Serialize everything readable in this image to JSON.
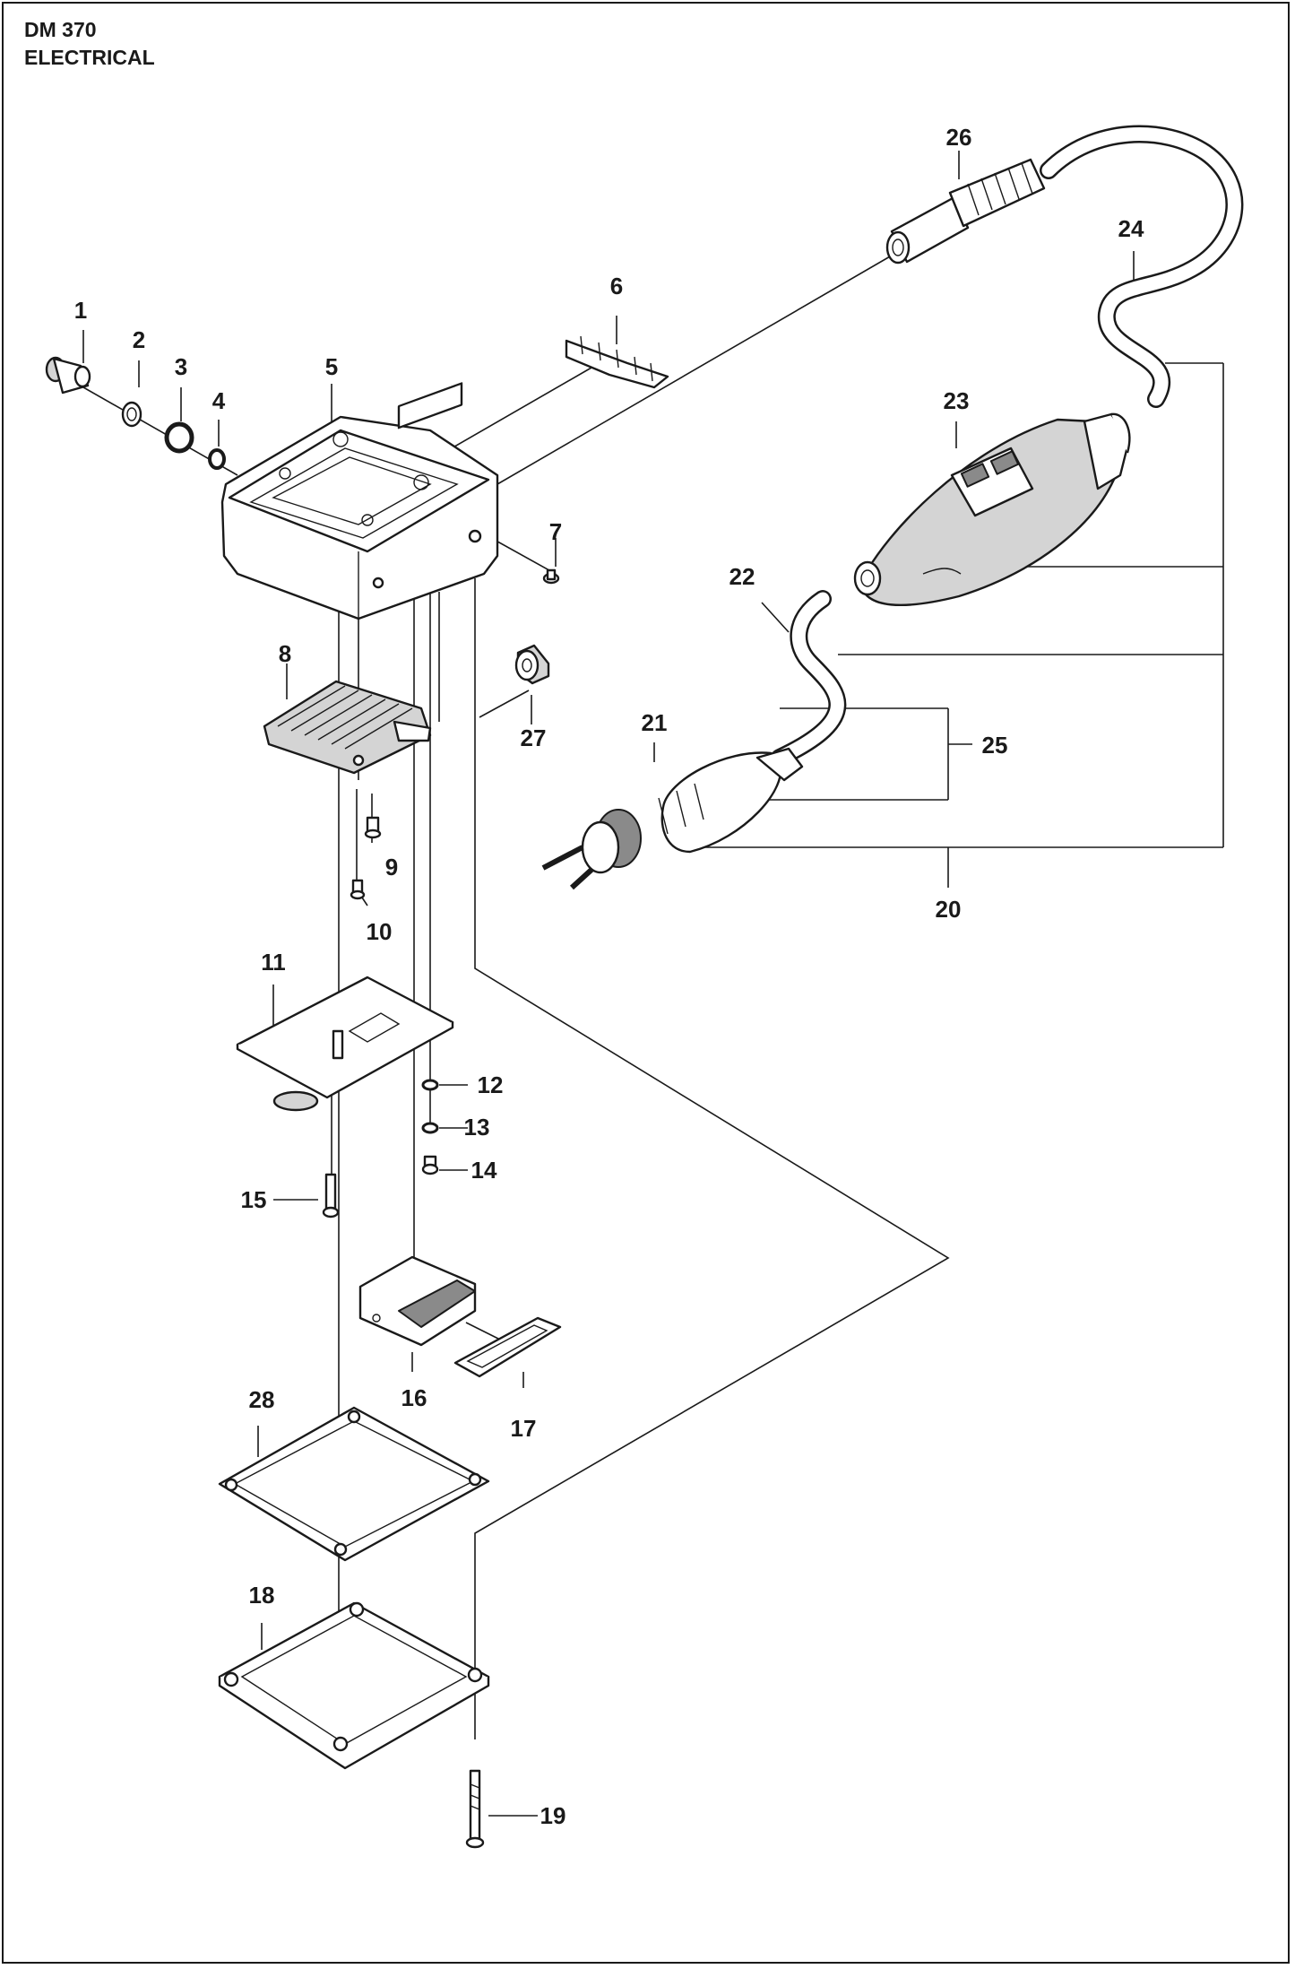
{
  "header": {
    "model": "DM 370",
    "section": "ELECTRICAL"
  },
  "callouts": {
    "c1": "1",
    "c2": "2",
    "c3": "3",
    "c4": "4",
    "c5": "5",
    "c6": "6",
    "c7": "7",
    "c8": "8",
    "c9": "9",
    "c10": "10",
    "c11": "11",
    "c12": "12",
    "c13": "13",
    "c14": "14",
    "c15": "15",
    "c16": "16",
    "c17": "17",
    "c18": "18",
    "c19": "19",
    "c20": "20",
    "c21": "21",
    "c22": "22",
    "c23": "23",
    "c24": "24",
    "c25": "25",
    "c26": "26",
    "c27": "27",
    "c28": "28"
  }
}
